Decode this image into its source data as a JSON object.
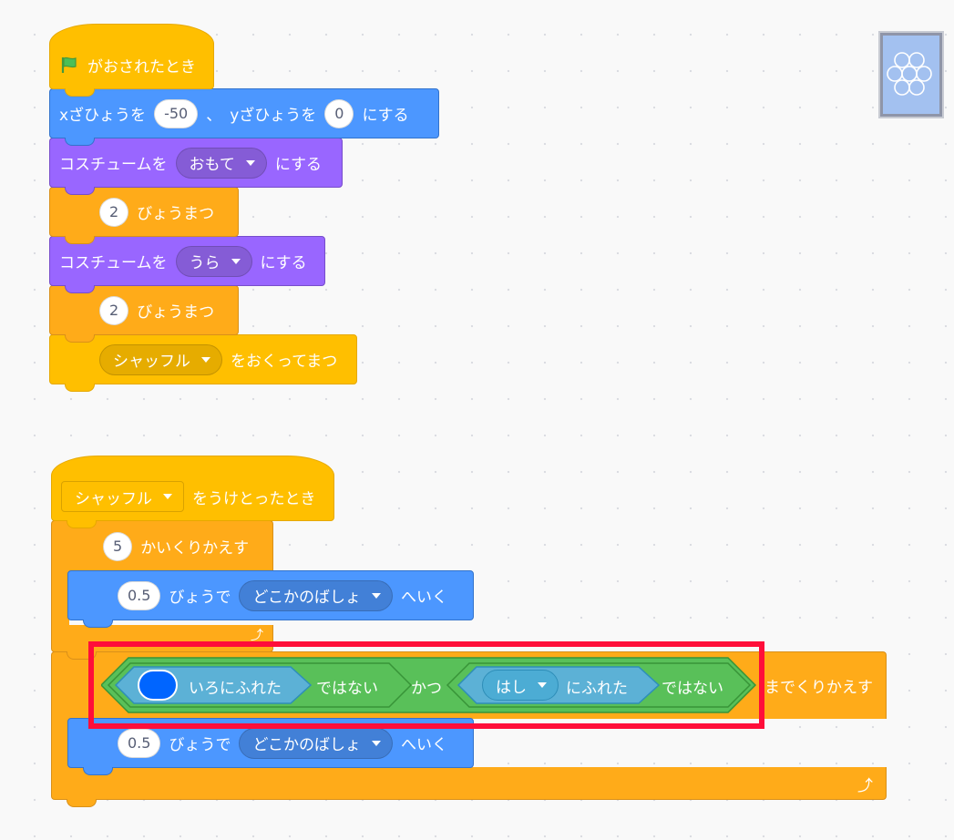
{
  "script1": {
    "when_flag_clicked": "がおされたとき",
    "goto": {
      "x_label": "xざひょうを",
      "x_value": "-50",
      "sep": "、",
      "y_label": "yざひょうを",
      "y_value": "0",
      "suffix": "にする"
    },
    "costume1": {
      "label": "コスチュームを",
      "value": "おもて",
      "suffix": "にする"
    },
    "wait1": {
      "value": "2",
      "label": "びょうまつ"
    },
    "costume2": {
      "label": "コスチュームを",
      "value": "うら",
      "suffix": "にする"
    },
    "wait2": {
      "value": "2",
      "label": "びょうまつ"
    },
    "broadcast_wait": {
      "value": "シャッフル",
      "label": "をおくってまつ"
    }
  },
  "script2": {
    "when_receive": {
      "value": "シャッフル",
      "label": "をうけとったとき"
    },
    "repeat": {
      "value": "5",
      "label": "かいくりかえす"
    },
    "glide1": {
      "value": "0.5",
      "label": "びょうで",
      "target": "どこかのばしょ",
      "suffix": "へいく"
    },
    "repeat_until": {
      "color_touch_label": "いろにふれた",
      "not1": "ではない",
      "and": "かつ",
      "touch_target": "はし",
      "touch_label": "にふれた",
      "not2": "ではない",
      "suffix": "までくりかえす",
      "swatch_color": "#0065ff"
    },
    "glide2": {
      "value": "0.5",
      "label": "びょうで",
      "target": "どこかのばしょ",
      "suffix": "へいく"
    }
  },
  "icons": [
    "green-flag-icon",
    "dropdown-caret-icon",
    "loop-arrow-icon",
    "stage-sprite-icon"
  ],
  "colors": {
    "highlight": "#ff0e3a",
    "events": "#ffbf00",
    "control": "#ffab19",
    "motion": "#4c97ff",
    "looks": "#9966ff",
    "operators": "#59c059",
    "sensing": "#5cb1d6"
  }
}
